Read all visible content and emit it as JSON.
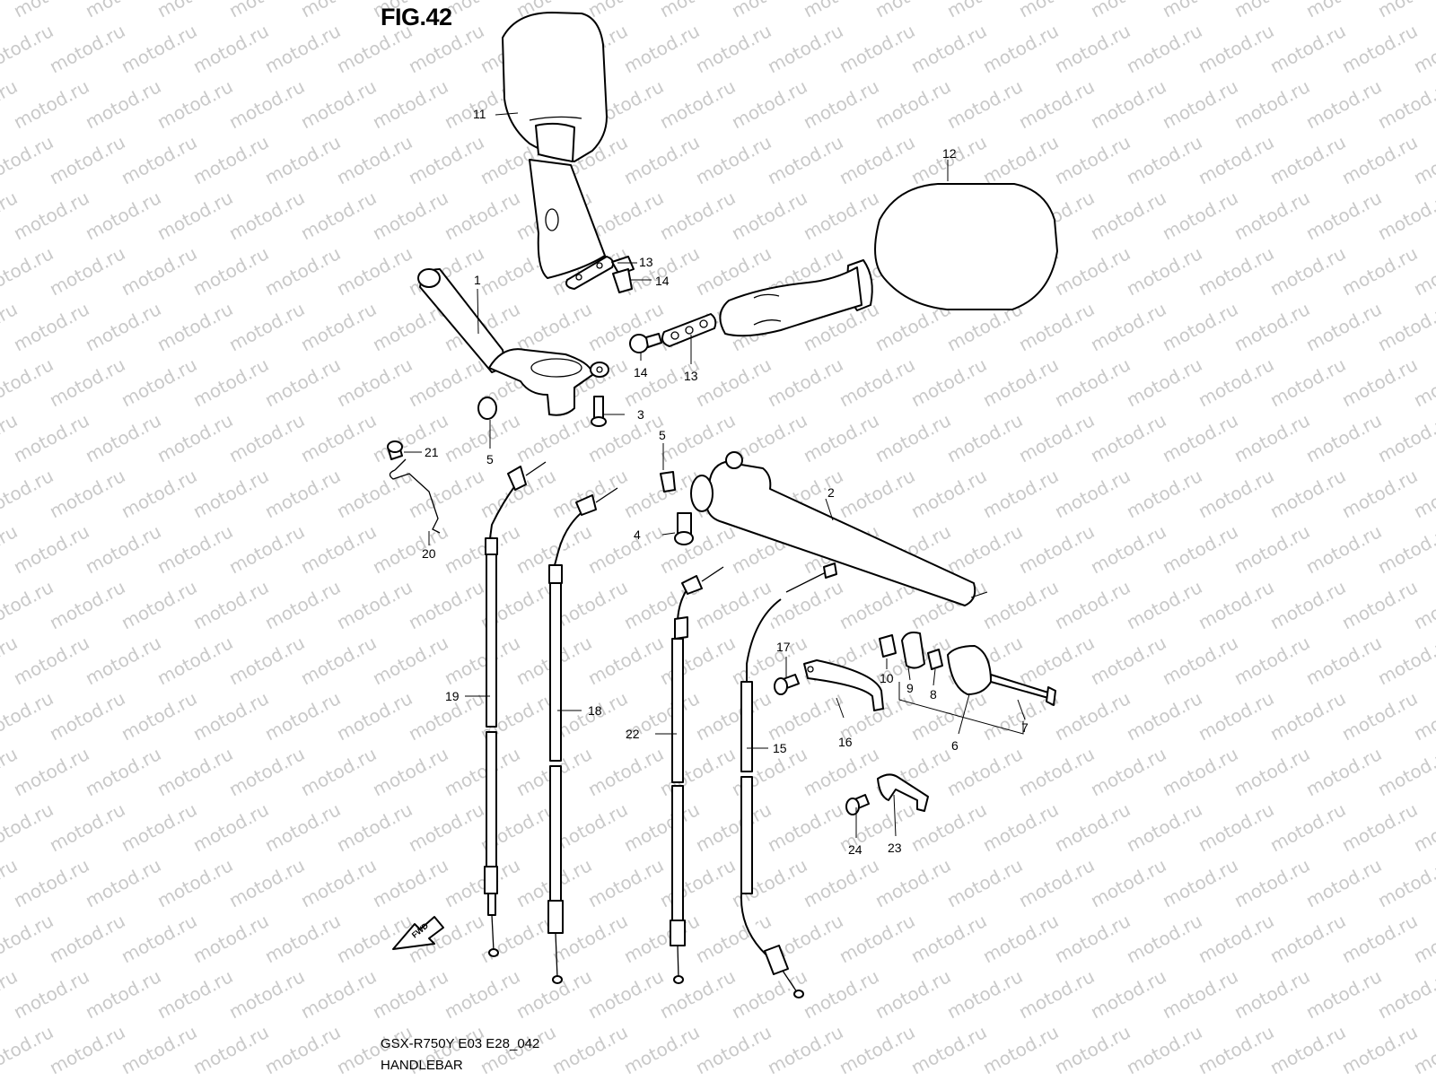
{
  "figure": {
    "title": "FIG.42",
    "model_code": "GSX-R750Y E03 E28_042",
    "section_name": "HANDLEBAR"
  },
  "watermark": {
    "text": "motod.ru",
    "color": "#c9c9c9"
  },
  "direction_marker": {
    "label": "FWD"
  },
  "callouts": {
    "c1": "1",
    "c2": "2",
    "c3": "3",
    "c4": "4",
    "c5a": "5",
    "c5b": "5",
    "c6": "6",
    "c7": "7",
    "c8": "8",
    "c9": "9",
    "c10": "10",
    "c11": "11",
    "c12": "12",
    "c13a": "13",
    "c13b": "13",
    "c14a": "14",
    "c14b": "14",
    "c15": "15",
    "c16": "16",
    "c17": "17",
    "c18": "18",
    "c19": "19",
    "c20": "20",
    "c21": "21",
    "c22": "22",
    "c23": "23",
    "c24": "24"
  }
}
